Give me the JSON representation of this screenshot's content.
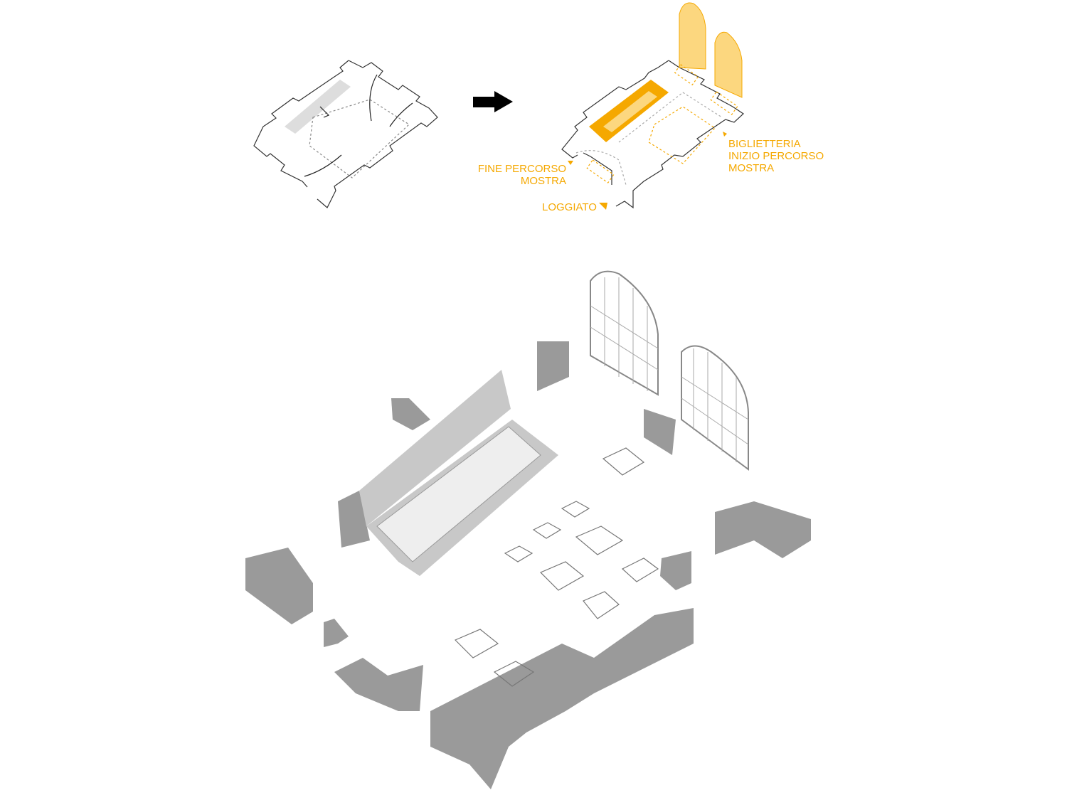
{
  "colors": {
    "accent": "#f5a800",
    "accent_light": "#fcd77f",
    "wall": "#9a9a9a",
    "line": "#333333"
  },
  "labels": {
    "fine_percorso": "FINE PERCORSO\nMOSTRA",
    "biglietteria": "BIGLIETTERIA\nINIZIO PERCORSO\nMOSTRA",
    "loggiato": "LOGGIATO"
  }
}
